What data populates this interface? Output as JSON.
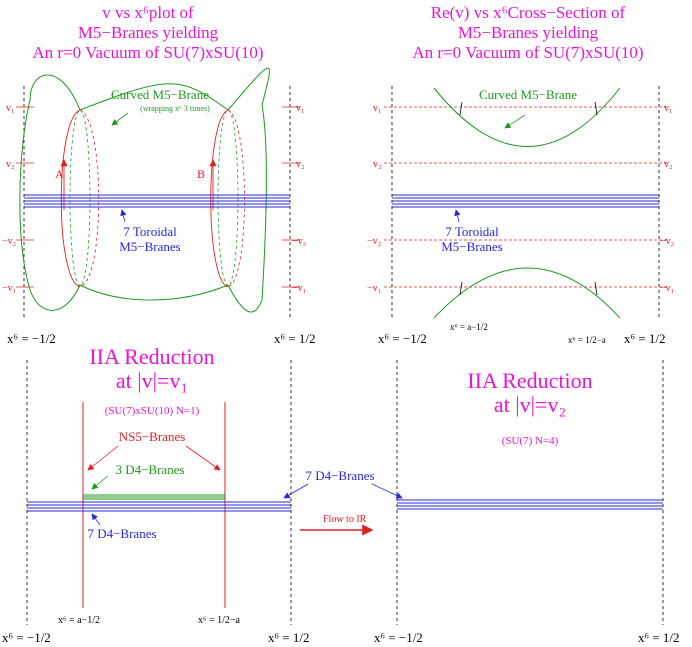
{
  "panels": {
    "top_left": {
      "title_lines": [
        "v vs x⁶plot of",
        "M5−Branes yielding",
        "An r=0 Vacuum of SU(7)xSU(10)"
      ],
      "curved_label": "Curved M5−Brane",
      "wrapping_note": "(wrapping x⁶  3 times)",
      "toroidal_label_lines": [
        "7 Toroidal",
        "M5−Branes"
      ],
      "cycle_labels": [
        "A",
        "B"
      ],
      "v_ticks": [
        "v₁",
        "v₂",
        "−v₂",
        "−v₁"
      ],
      "x_left": "x⁶ = −1/2",
      "x_right": "x⁶ = 1/2"
    },
    "top_right": {
      "title_lines": [
        "Re(v) vs x⁶Cross−Section of",
        "M5−Branes yielding",
        "An r=0 Vacuum of SU(7)xSU(10)"
      ],
      "curved_label": "Curved M5−Brane",
      "toroidal_label_lines": [
        "7 Toroidal",
        "M5−Branes"
      ],
      "v_ticks": [
        "v₁",
        "v₂",
        "−v₂",
        "−v₁"
      ],
      "x_left": "x⁶ = −1/2",
      "x_a1": "x⁶ = a−1/2",
      "x_a2": "x⁶ = 1/2−a",
      "x_right": "x⁶ = 1/2"
    },
    "bottom_left": {
      "title_lines": [
        "IIA Reduction",
        "at |v|=v₁"
      ],
      "group": "(SU(7)xSU(10)   N=1)",
      "ns5_label": "NS5−Branes",
      "d4_green": "3 D4−Branes",
      "d4_blue": "7 D4−Branes",
      "x_a1": "x⁶ = a−1/2",
      "x_a2": "x⁶ = 1/2−a",
      "x_left": "x⁶ = −1/2",
      "x_right": "x⁶ = 1/2"
    },
    "bottom_right": {
      "title_lines": [
        "IIA Reduction",
        "at |v|=v₂"
      ],
      "group": "(SU(7)   N=4)",
      "x_left": "x⁶ = −1/2",
      "x_right": "x⁶ = 1/2"
    },
    "middle": {
      "d4_label": "7 D4−Branes",
      "flow_label": "Flow to IR"
    }
  },
  "colors": {
    "title": "#e815d8",
    "curved": "#1d9a1d",
    "toroidal": "#2727d6",
    "cycles": "#e02020",
    "axis": "#000000"
  }
}
